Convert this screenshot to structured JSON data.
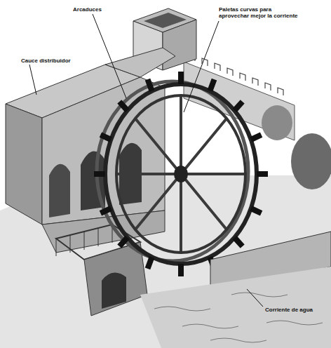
{
  "diagram": {
    "labels": [
      "Arcaduces",
      "Paletas curvas para aprovechar mejor la corriente",
      "Cauce distribuidor",
      "Corriente de agua"
    ]
  }
}
